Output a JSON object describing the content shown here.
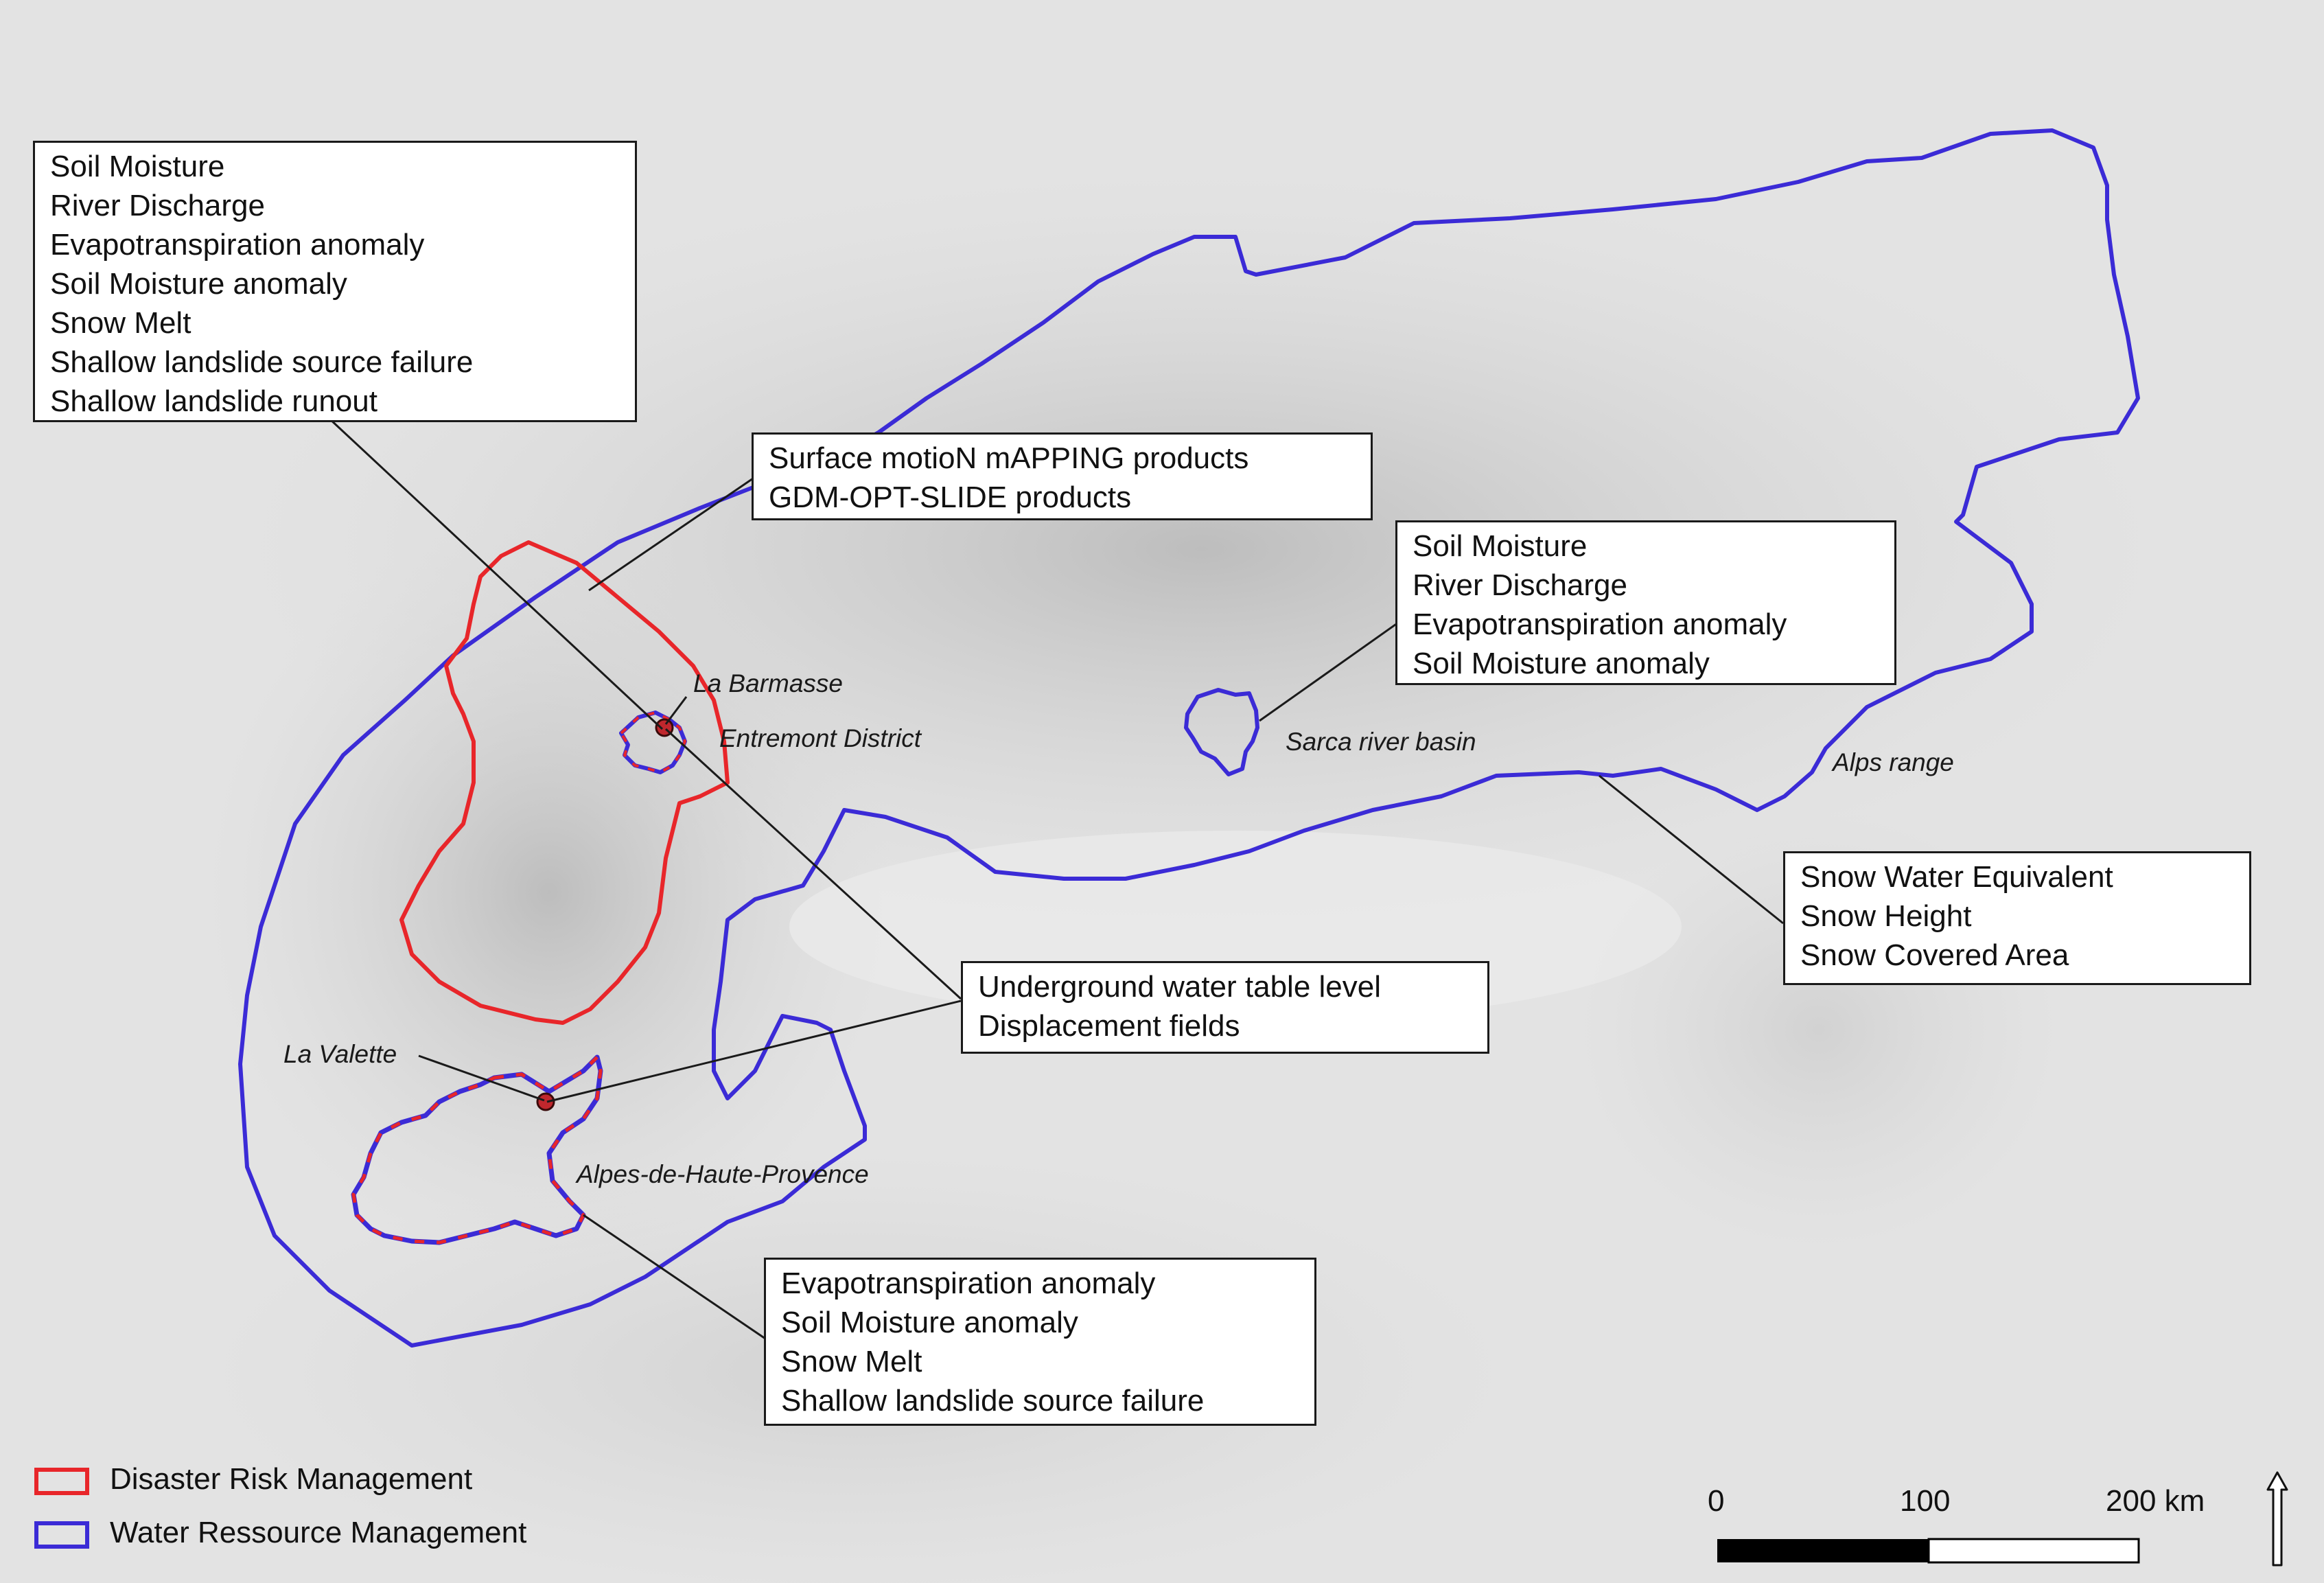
{
  "map": {
    "callouts": {
      "west_alps": [
        "Soil Moisture",
        "River Discharge",
        "Evapotranspiration anomaly",
        "Soil Moisture anomaly",
        "Snow Melt",
        "Shallow landslide source failure",
        "Shallow landslide runout"
      ],
      "surface_motion": [
        "Surface motioN mAPPING products",
        "GDM-OPT-SLIDE products"
      ],
      "sarca": [
        "Soil Moisture",
        "River Discharge",
        "Evapotranspiration anomaly",
        "Soil Moisture anomaly"
      ],
      "snow": [
        "Snow Water Equivalent",
        "Snow Height",
        "Snow Covered Area"
      ],
      "underground": [
        "Underground water table level",
        "Displacement fields"
      ],
      "provence": [
        "Evapotranspiration anomaly",
        "Soil Moisture anomaly",
        "Snow Melt",
        "Shallow landslide source failure"
      ]
    },
    "places": {
      "la_barmasse": "La Barmasse",
      "entremont": "Entremont District",
      "sarca": "Sarca river basin",
      "alps_range": "Alps range",
      "la_valette": "La Valette",
      "alpes_haute_provence": "Alpes-de-Haute-Provence"
    },
    "colors": {
      "disaster": "#e8262a",
      "water": "#3b2bd6",
      "leader": "#1a1a1a"
    }
  },
  "legend": {
    "items": [
      {
        "label": "Disaster Risk Management",
        "color": "#e8262a"
      },
      {
        "label": "Water Ressource Management",
        "color": "#3b2bd6"
      }
    ]
  },
  "scale_bar": {
    "ticks": [
      "0",
      "100",
      "200 km"
    ]
  },
  "north_arrow_icon": "north-arrow-icon"
}
